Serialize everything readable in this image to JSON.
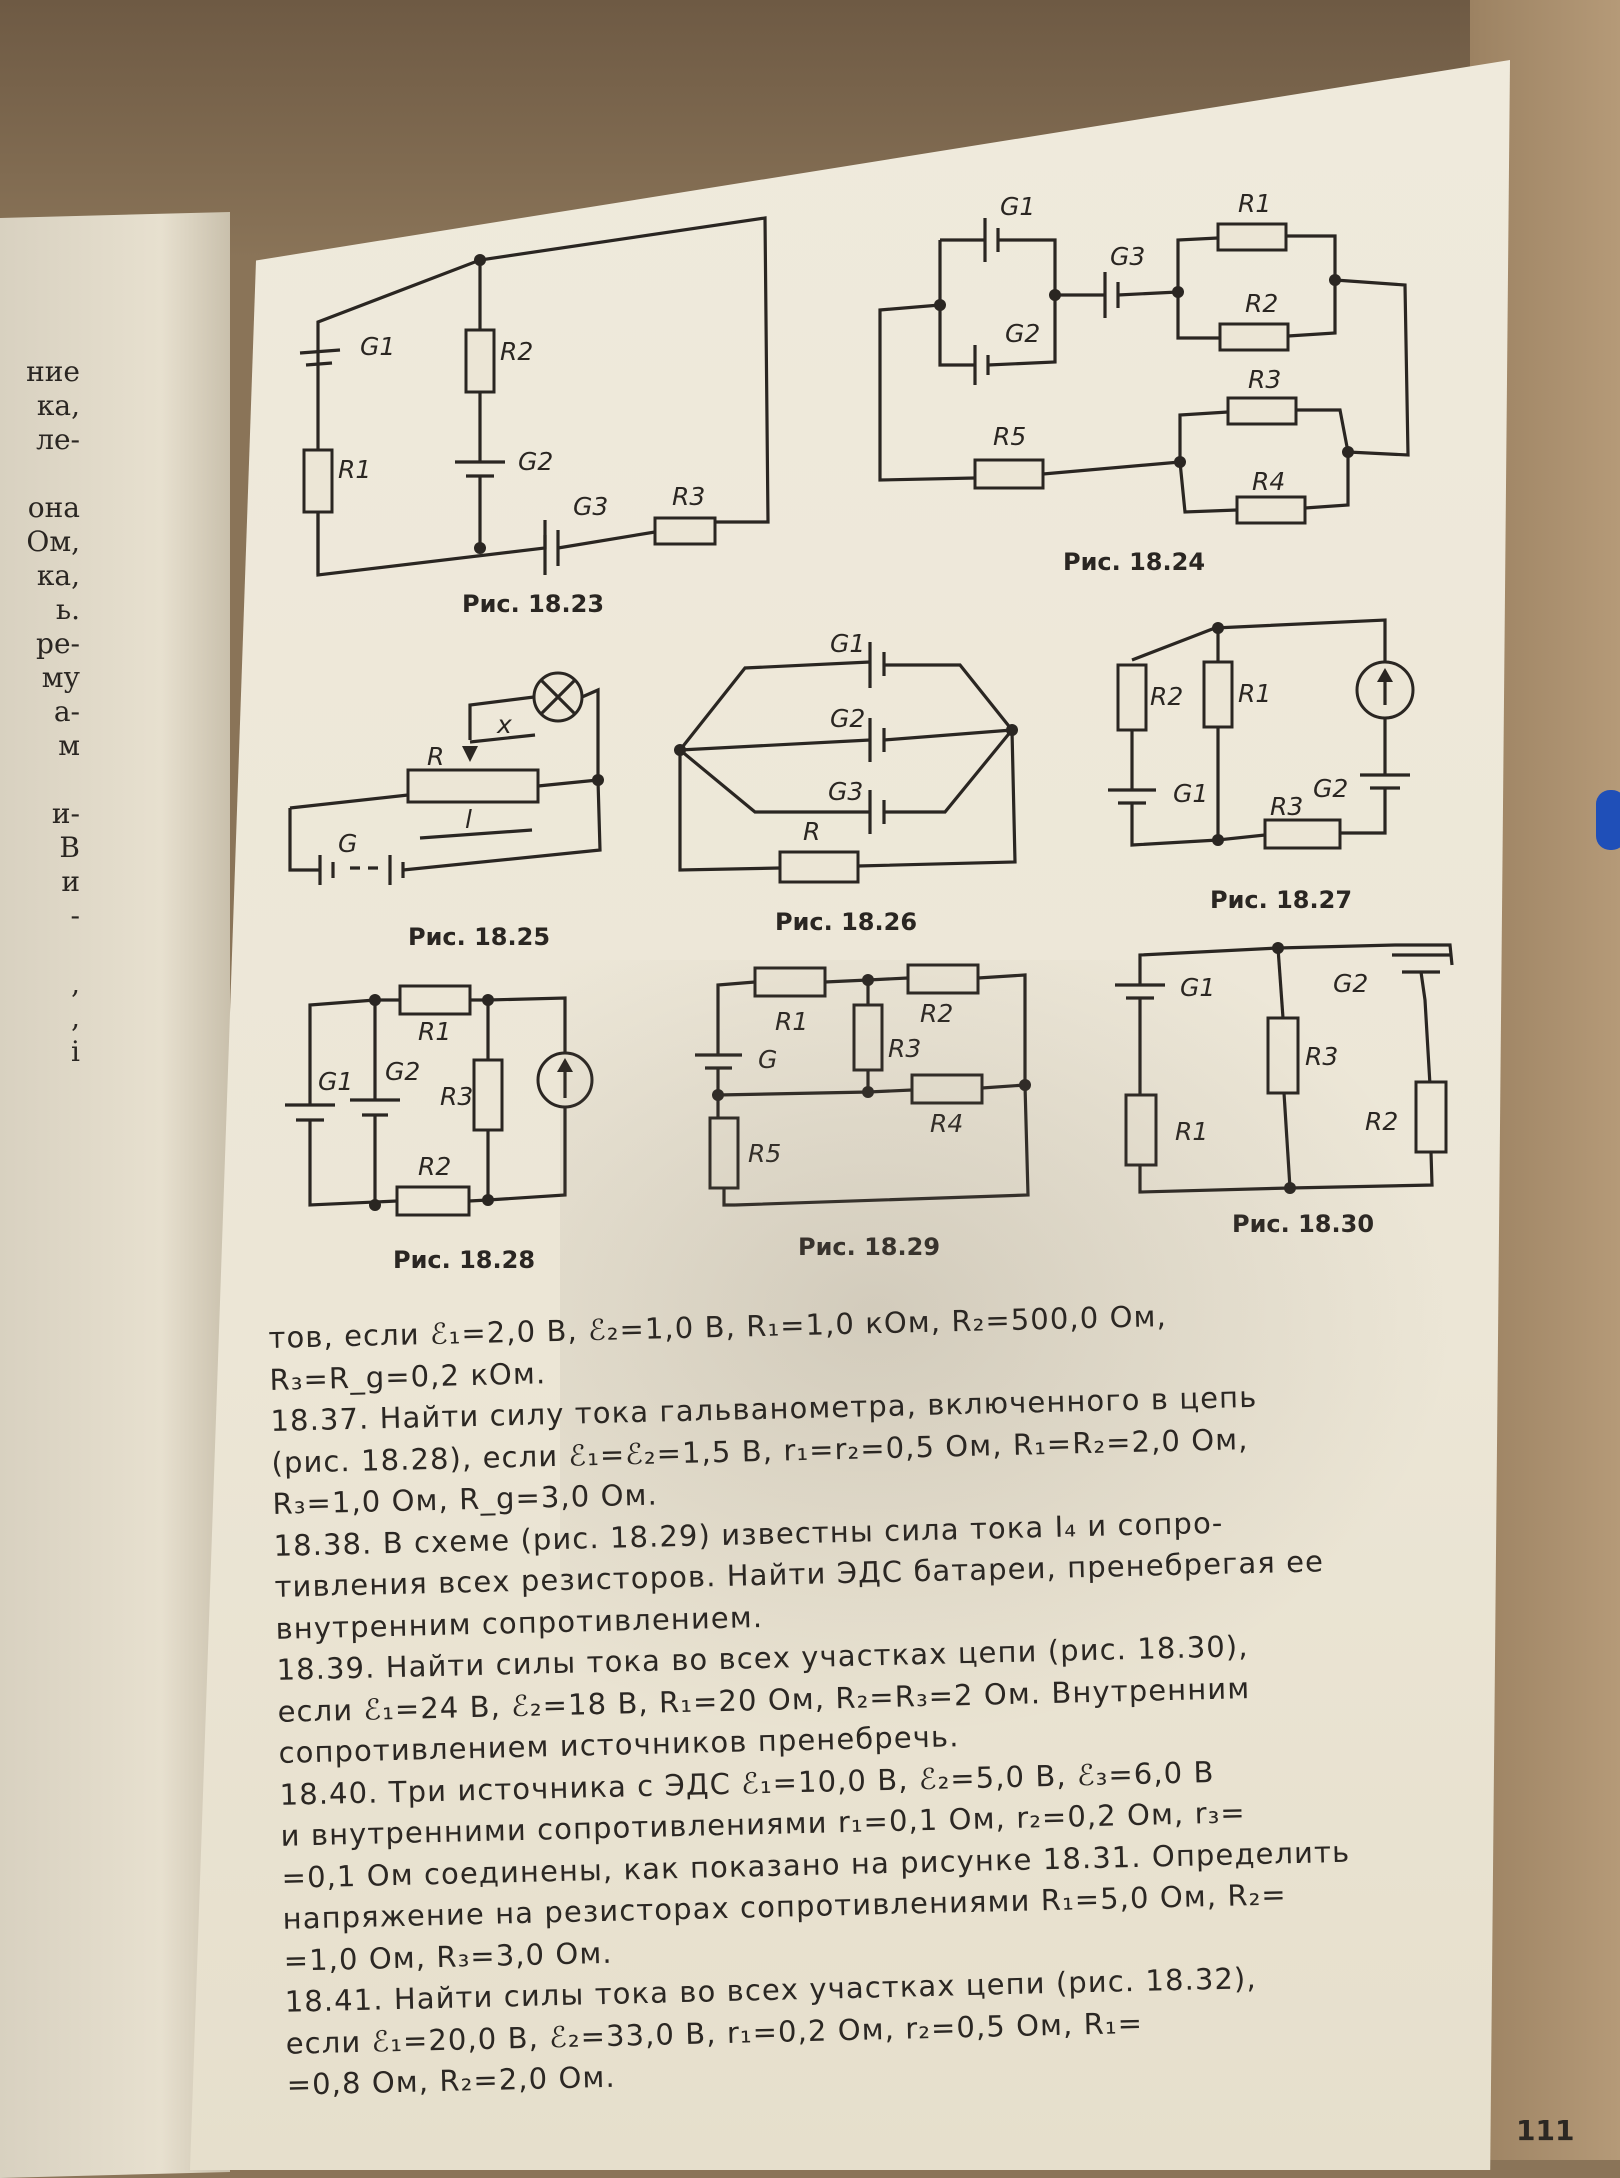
{
  "left_page_fragments": [
    "ние",
    "ка,",
    "ле-",
    "",
    "она",
    "Ом,",
    "ка,",
    "ь.",
    "ре-",
    "му",
    "а-",
    "м",
    "",
    "и-",
    "В",
    "и",
    "-",
    "",
    ",",
    ",",
    "і"
  ],
  "figures": [
    {
      "caption": "Рис. 18.23",
      "labels": [
        "G1",
        "R2",
        "R1",
        "G2",
        "G3",
        "R3"
      ]
    },
    {
      "caption": "Рис. 18.24",
      "labels": [
        "G1",
        "R1",
        "G3",
        "G2",
        "R2",
        "R3",
        "R5",
        "R4"
      ]
    },
    {
      "caption": "Рис. 18.25",
      "labels": [
        "x",
        "R",
        "G",
        "l"
      ]
    },
    {
      "caption": "Рис. 18.26",
      "labels": [
        "G1",
        "G2",
        "G3",
        "R"
      ]
    },
    {
      "caption": "Рис. 18.27",
      "labels": [
        "R2",
        "R1",
        "G1",
        "R3",
        "G2"
      ]
    },
    {
      "caption": "Рис. 18.28",
      "labels": [
        "R1",
        "G1",
        "G2",
        "R3",
        "R2"
      ]
    },
    {
      "caption": "Рис. 18.29",
      "labels": [
        "R1",
        "R2",
        "G",
        "R3",
        "R4",
        "R5"
      ]
    },
    {
      "caption": "Рис. 18.30",
      "labels": [
        "G1",
        "G2",
        "R3",
        "R1",
        "R2"
      ]
    }
  ],
  "text_lines": [
    "тов, если ℰ₁=2,0 В, ℰ₂=1,0 В, R₁=1,0 кОм, R₂=500,0 Ом,",
    "R₃=R_g=0,2 кОм.",
    "   18.37. Найти силу тока гальванометра, включенного в цепь",
    "(рис. 18.28), если ℰ₁=ℰ₂=1,5 В, r₁=r₂=0,5 Ом, R₁=R₂=2,0 Ом,",
    "R₃=1,0 Ом, R_g=3,0 Ом.",
    "   18.38. В схеме (рис. 18.29) известны сила тока I₄ и сопро-",
    "тивления всех резисторов. Найти ЭДС батареи, пренебрегая ее",
    "внутренним сопротивлением.",
    "   18.39. Найти силы тока во всех участках цепи (рис. 18.30),",
    "если ℰ₁=24 В, ℰ₂=18 В, R₁=20 Ом, R₂=R₃=2 Ом. Внутренним",
    "сопротивлением источников пренебречь.",
    "   18.40. Три источника с ЭДС ℰ₁=10,0 В, ℰ₂=5,0 В, ℰ₃=6,0 В",
    "и внутренними сопротивлениями r₁=0,1 Ом, r₂=0,2 Ом, r₃=",
    "=0,1 Ом соединены, как показано на рисунке 18.31. Определить",
    "напряжение на резисторах сопротивлениями R₁=5,0 Ом, R₂=",
    "=1,0 Ом, R₃=3,0 Ом.",
    "   18.41. Найти силы тока во всех участках цепи (рис. 18.32),",
    "если ℰ₁=20,0 В, ℰ₂=33,0 В, r₁=0,2 Ом, r₂=0,5 Ом, R₁=",
    "=0,8 Ом, R₂=2,0 Ом."
  ],
  "page_number": "111"
}
